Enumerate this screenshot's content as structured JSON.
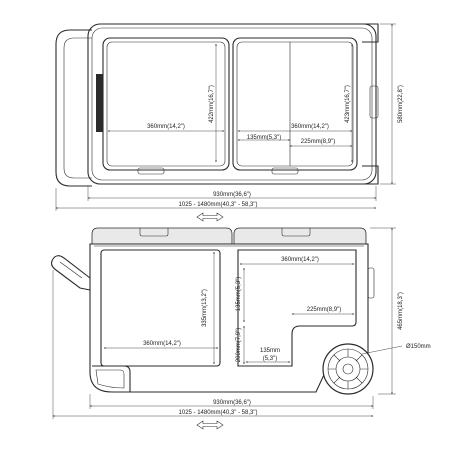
{
  "top_view": {
    "left_depth": "422mm(16,7\")",
    "left_width": "360mm(14,2\")",
    "right_depth": "423mm(16,7\")",
    "right_width": "360mm(14,2\")",
    "right_step_width": "135mm(5,3\")",
    "right_inner_width": "225mm(8,9\")",
    "overall_depth": "580mm(22,8\")",
    "overall_length": "930mm(36,6\")",
    "handle_range": "1025 - 1480mm(40,3\" - 58,3\")"
  },
  "side_view": {
    "left_height": "335mm(13,2\")",
    "left_width": "360mm(14,2\")",
    "right_top_width": "360mm(14,2\")",
    "right_step_height": "135mm(5,3\")",
    "right_inner_width": "225mm(8,9\")",
    "right_lower_height": "200mm(7,9\")",
    "right_lower_width_a": "135mm",
    "right_lower_width_b": "(5,3\")",
    "overall_height": "465mm(18,3\")",
    "wheel": "Ø150mm",
    "overall_length": "930mm(36,6\")",
    "handle_range": "1025 - 1480mm(40,3\" - 58,3\")"
  }
}
